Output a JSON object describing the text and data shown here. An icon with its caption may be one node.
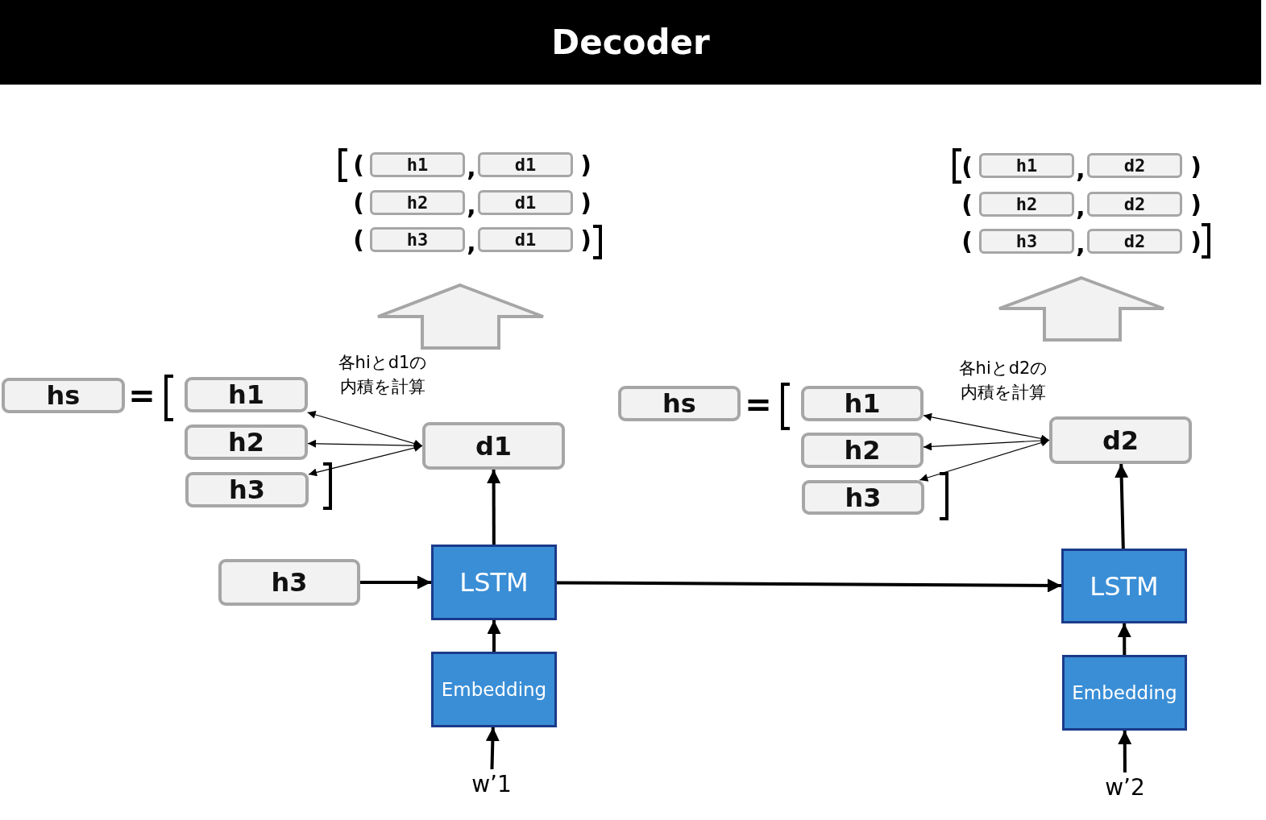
{
  "diagram": {
    "title": "Decoder",
    "nodes": [
      {
        "text": [
          "h1"
        ]
      },
      {
        "text": [
          "d1"
        ]
      },
      {
        "text": [
          "h2"
        ]
      },
      {
        "text": [
          "d1"
        ]
      },
      {
        "text": [
          "h3"
        ]
      },
      {
        "text": [
          "d1"
        ]
      },
      {
        "text": [
          "h1"
        ]
      },
      {
        "text": [
          "d2"
        ]
      },
      {
        "text": [
          "h2"
        ]
      },
      {
        "text": [
          "d2"
        ]
      },
      {
        "text": [
          "h3"
        ]
      },
      {
        "text": [
          "d2"
        ]
      },
      {
        "text": [
          "hs"
        ]
      },
      {
        "text": [
          "h1"
        ]
      },
      {
        "text": [
          "h2"
        ]
      },
      {
        "text": [
          "h3"
        ]
      },
      {
        "text": [
          "d1"
        ]
      },
      {
        "text": [
          "h3"
        ]
      },
      {
        "text": [
          "LSTM"
        ]
      },
      {
        "text": [
          "Embedding"
        ]
      },
      {
        "text": [
          "w’1"
        ]
      },
      {
        "text": [
          "hs"
        ]
      },
      {
        "text": [
          "h1"
        ]
      },
      {
        "text": [
          "h2"
        ]
      },
      {
        "text": [
          "h3"
        ]
      },
      {
        "text": [
          "d2"
        ]
      },
      {
        "text": [
          "LSTM"
        ]
      },
      {
        "text": [
          "Embedding"
        ]
      },
      {
        "text": [
          "w’2"
        ]
      }
    ],
    "edges": [
      {
        "from": 16,
        "to": 13,
        "arrow": "both"
      },
      {
        "from": 16,
        "to": 14,
        "arrow": "both"
      },
      {
        "from": 16,
        "to": 15,
        "arrow": "both"
      },
      {
        "from": 17,
        "to": 18,
        "arrow": "to"
      },
      {
        "from": 18,
        "to": 16,
        "arrow": "to"
      },
      {
        "from": 19,
        "to": 18,
        "arrow": "to"
      },
      {
        "from": 20,
        "to": 19,
        "arrow": "to"
      },
      {
        "from": 18,
        "to": 26,
        "arrow": "to"
      },
      {
        "from": 25,
        "to": 22,
        "arrow": "both"
      },
      {
        "from": 25,
        "to": 23,
        "arrow": "both"
      },
      {
        "from": 25,
        "to": 24,
        "arrow": "both"
      },
      {
        "from": 26,
        "to": 25,
        "arrow": "to"
      },
      {
        "from": 27,
        "to": 26,
        "arrow": "to"
      },
      {
        "from": 28,
        "to": 27,
        "arrow": "to"
      }
    ],
    "labels": [
      "(",
      ",",
      ")",
      "(",
      ",",
      ")",
      "(",
      ",",
      ")",
      "(",
      ",",
      ")",
      "(",
      ",",
      ")",
      "(",
      ",",
      ")",
      "=",
      "各hiとd1の内積を計算",
      "=",
      "各hiとd2の内積を計算"
    ]
  }
}
